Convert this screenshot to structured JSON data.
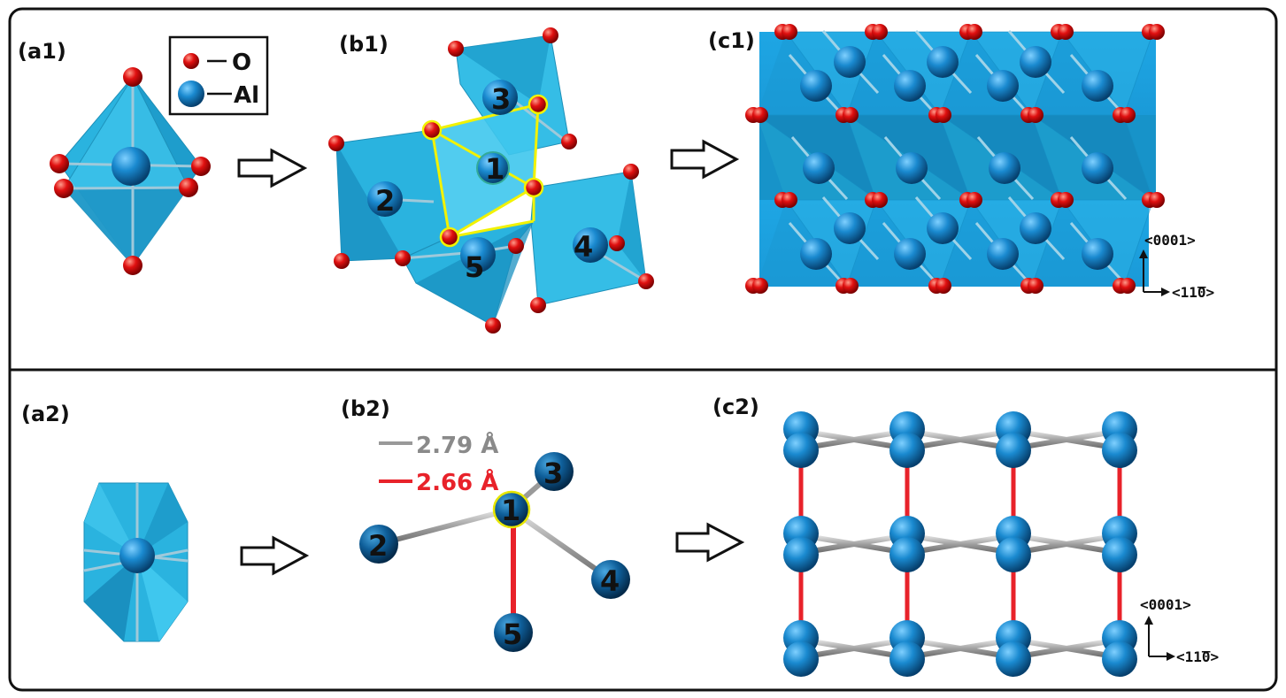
{
  "panels": {
    "a1": "(a1)",
    "b1": "(b1)",
    "c1": "(c1)",
    "a2": "(a2)",
    "b2": "(b2)",
    "c2": "(c2)"
  },
  "legend": {
    "oxygen": "O",
    "aluminum": "Al"
  },
  "bond_legend": {
    "grey_length": "2.79 Å",
    "red_length": "2.66 Å"
  },
  "atom_numbers": [
    "1",
    "2",
    "3",
    "4",
    "5"
  ],
  "axes": {
    "vertical": "<0001>",
    "horizontal": "<11̅0>"
  },
  "colors": {
    "octahedron": "#29b6e0",
    "oxygen": "#e01010",
    "aluminum": "#1a7ab8",
    "bond_grey": "#a8a8a8",
    "bond_red": "#e8222a",
    "highlight": "#f2f200",
    "frame": "#111111"
  },
  "icons": [
    "arrow-right-icon",
    "arrow-right-icon",
    "arrow-right-icon",
    "arrow-right-icon"
  ]
}
